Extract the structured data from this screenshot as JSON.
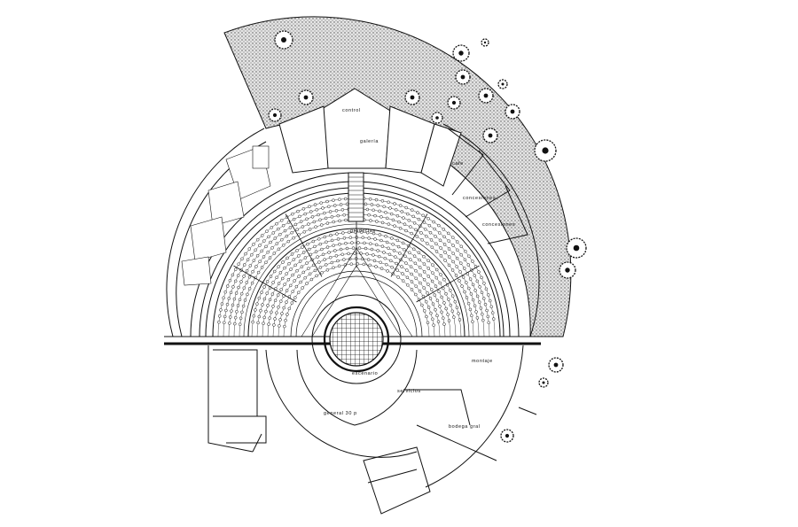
{
  "labels": {
    "control": "control",
    "galeria": "galería",
    "cafe": "cafe",
    "concesiones_1": "concesiones",
    "concesiones_2": "concesiones",
    "graderias": "graderías",
    "montaje": "montaje",
    "escenario": "escenario",
    "general": "general 30 p",
    "bodega": "bodega gral",
    "servicios": "servicios"
  },
  "colors": {
    "line": "#111111",
    "landscape_fill": "#cfcfcf",
    "background": "#ffffff"
  },
  "icons": {
    "tree": "tree-icon",
    "seat": "seat-icon",
    "stage_grid": "stage-grid-icon"
  }
}
